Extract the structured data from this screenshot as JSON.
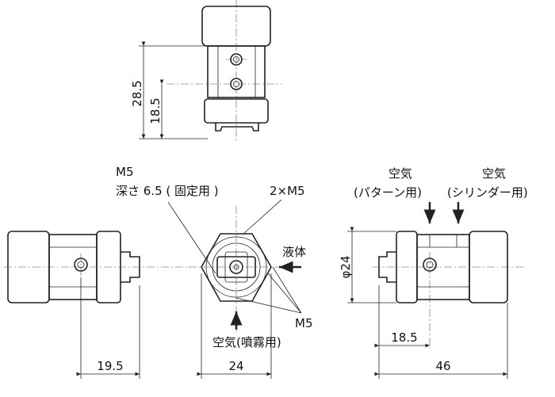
{
  "top_view": {
    "dim_overall": "28.5",
    "dim_port": "18.5"
  },
  "side_view_left": {
    "dim_width": "19.5"
  },
  "front_view": {
    "mount_thread": "M5",
    "mount_depth": "深さ 6.5 ( 固定用 )",
    "dual_thread": "2×M5",
    "liquid_label": "液体",
    "thread_bottom": "M5",
    "air_spray_label": "空気(噴霧用)",
    "dim_width": "24"
  },
  "side_view_right": {
    "air_pattern_line1": "空気",
    "air_pattern_line2": "(パターン用)",
    "air_cylinder_line1": "空気",
    "air_cylinder_line2": "(シリンダー用)",
    "dim_diameter": "φ24",
    "dim_port": "18.5",
    "dim_overall": "46"
  },
  "colors": {
    "line": "#222222",
    "knurl": "#444444"
  }
}
